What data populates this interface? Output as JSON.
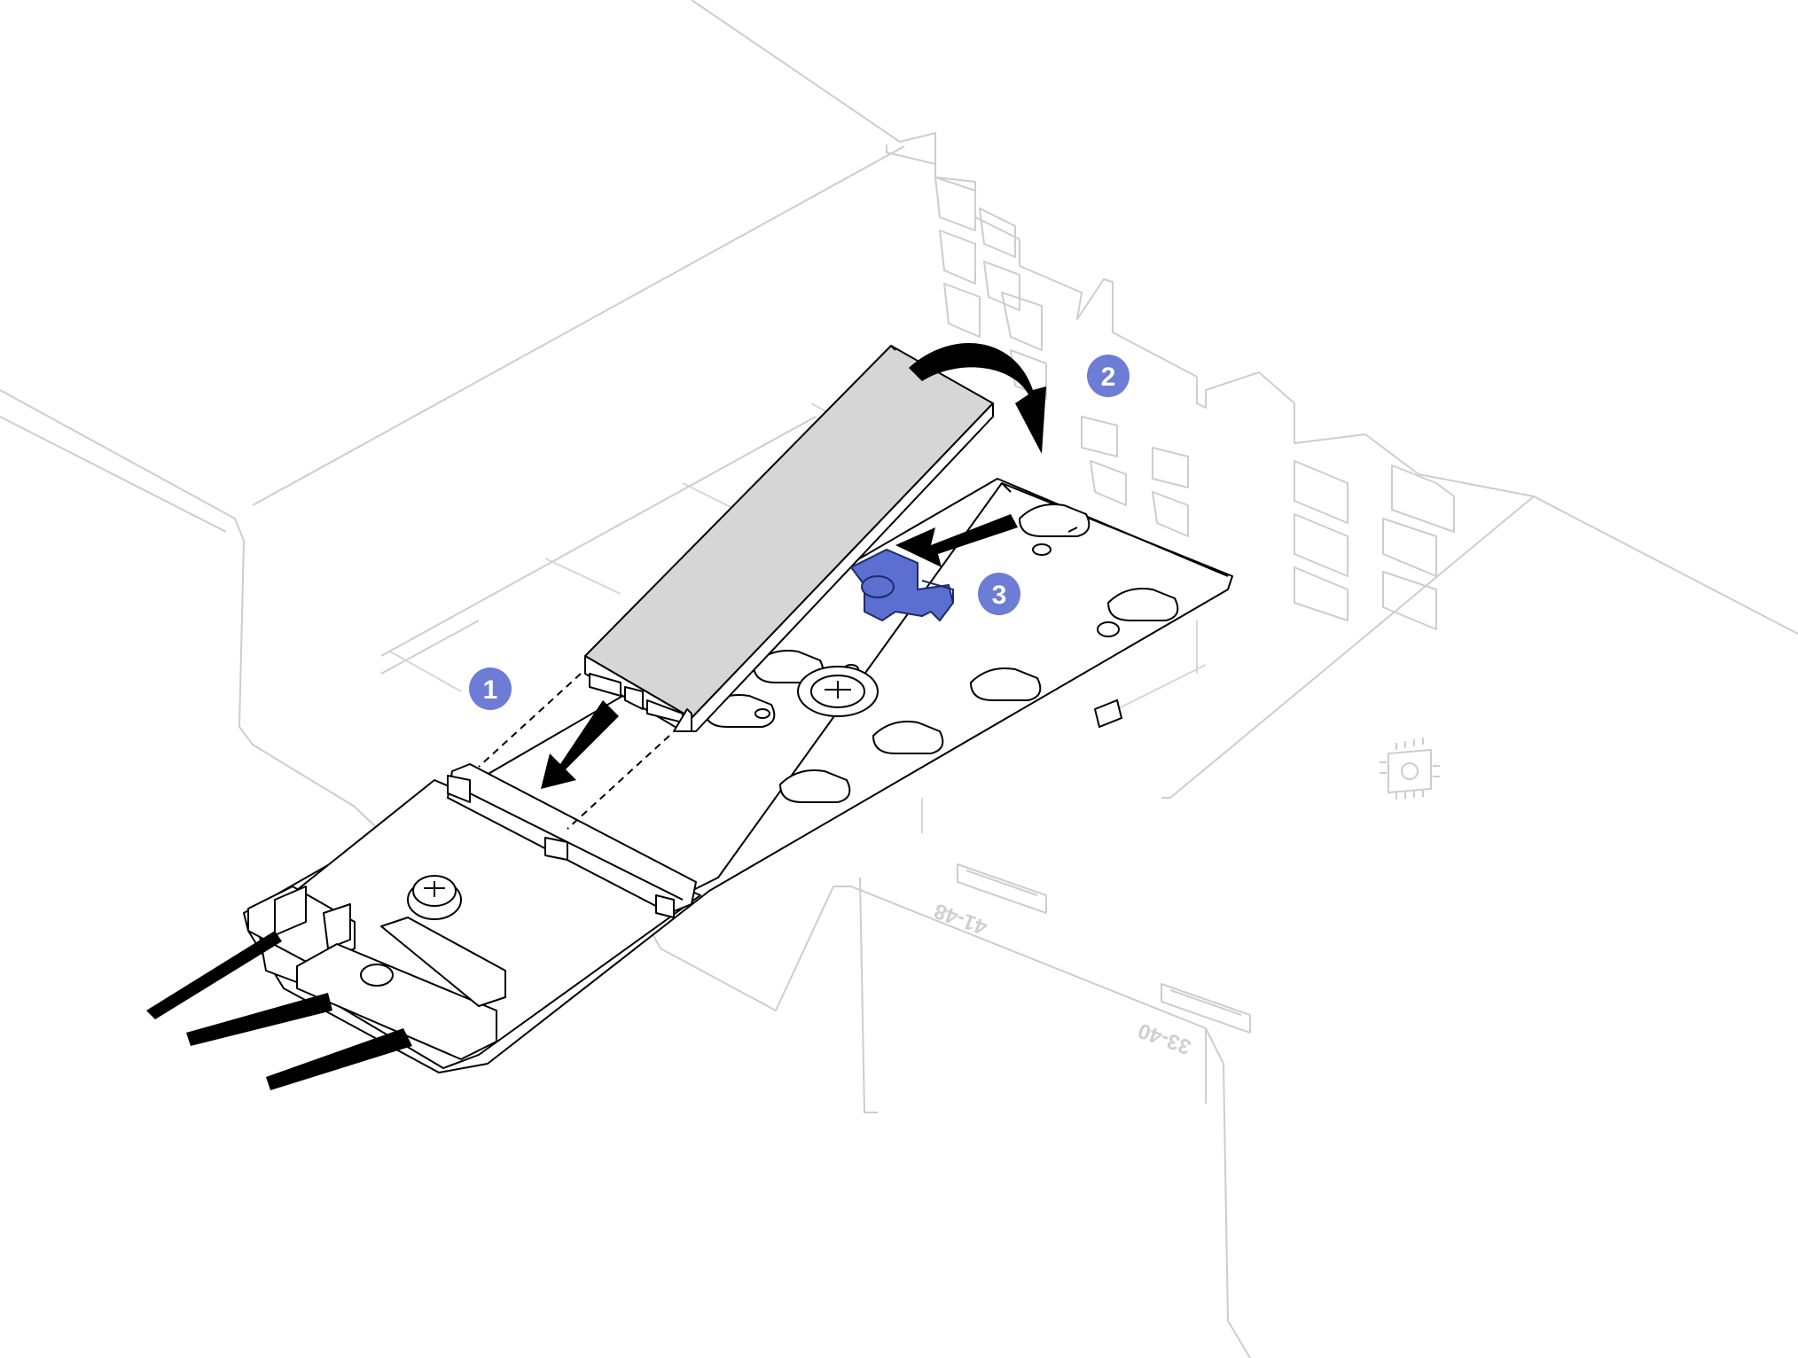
{
  "diagram": {
    "callouts": [
      {
        "number": "1",
        "step": "insert-m2-drive"
      },
      {
        "number": "2",
        "step": "pivot-drive-down"
      },
      {
        "number": "3",
        "step": "slide-retainer"
      }
    ],
    "dimm_labels": [
      {
        "text": "41-48"
      },
      {
        "text": "33-40"
      }
    ],
    "colors": {
      "callout": "#6d7cd4",
      "retainer": "#5b6fd0",
      "drive_label": "#d6d6d6",
      "background_lines": "#cdcdcd",
      "outline": "#000000"
    },
    "icons": [
      "processor-icon",
      "memory-module-icon",
      "memory-module-icon"
    ]
  }
}
